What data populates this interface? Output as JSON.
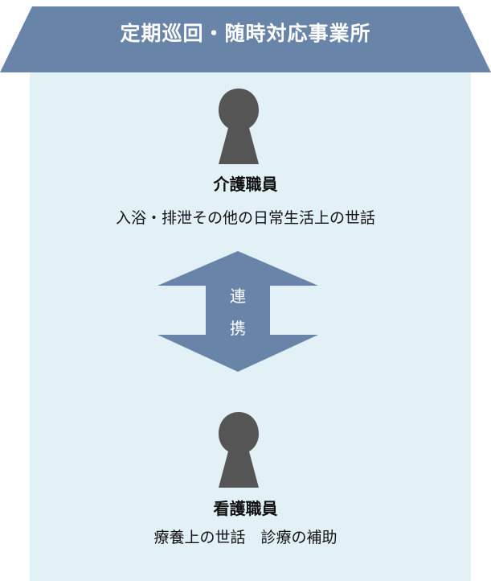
{
  "header": {
    "title": "定期巡回・随時対応事業所"
  },
  "care_staff": {
    "title": "介護職員",
    "description": "入浴・排泄その他の日常生活上の世話"
  },
  "link_arrow": {
    "line1": "連",
    "line2": "携"
  },
  "nursing_staff": {
    "title": "看護職員",
    "description": "療養上の世話　診療の補助"
  },
  "colors": {
    "roof": "#6884a8",
    "body": "#e2f1f6",
    "arrow": "#6884a8",
    "person": "#555555"
  },
  "icons": [
    "person-icon",
    "double-arrow-icon"
  ]
}
